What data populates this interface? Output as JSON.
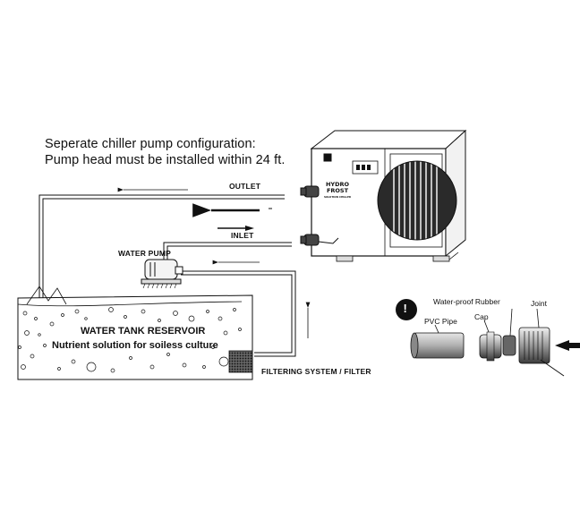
{
  "heading": {
    "line1": "Seperate chiller pump configuration:",
    "line2": "Pump head must be installed within 24 ft."
  },
  "labels": {
    "outlet": "OUTLET",
    "inlet": "INLET",
    "water_pump": "WATER PUMP",
    "tank_title": "WATER TANK RESERVOIR",
    "tank_subtitle": "Nutrient solution for soiless culture",
    "filter": "FILTERING SYSTEM / FILTER"
  },
  "chiller": {
    "brand_line1": "HYDRO",
    "brand_line2": "FROST",
    "brand_tagline": "SOLUTION CHILLER"
  },
  "fitting": {
    "warning_symbol": "!",
    "waterproof_rubber": "Water-proof Rubber",
    "joint": "Joint",
    "cap": "Cap",
    "pvc_pipe": "PVC Pipe"
  },
  "colors": {
    "line": "#111111",
    "grille": "#2a2a2a",
    "pipe_fill": "#bdbdbd"
  }
}
